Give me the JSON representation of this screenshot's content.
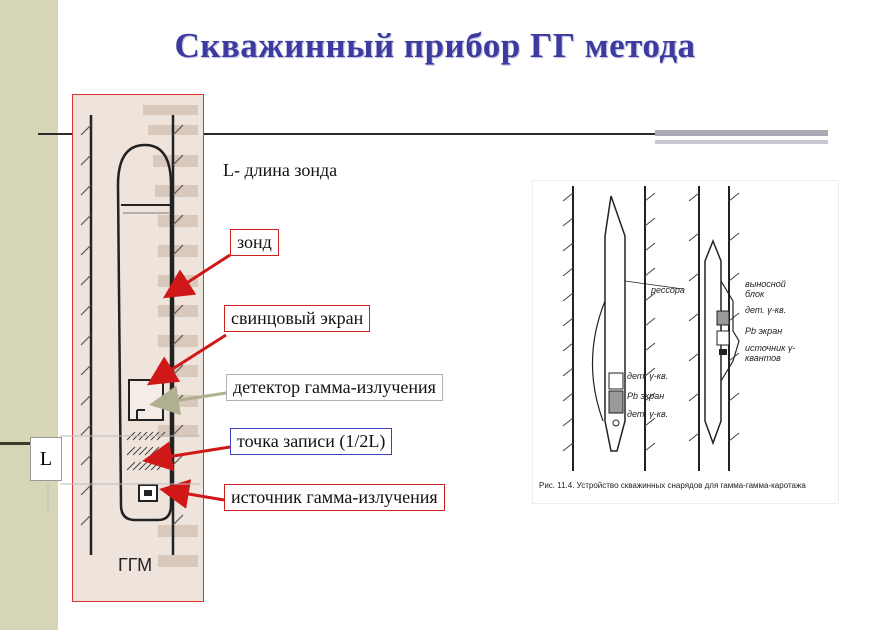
{
  "title": "Скважинный прибор ГГ метода",
  "labels": {
    "probe_length": "L- длина зонда",
    "probe": "зонд",
    "lead_screen": "свинцовый экран",
    "detector": "детектор гамма-излучения",
    "record_point": "точка записи (1/2L)",
    "source": "источник гамма-излучения",
    "length_symbol": "L"
  },
  "photo": {
    "caption": "ГГМ"
  },
  "figure": {
    "callouts": [
      "рессора",
      "выносной блок",
      "дет. γ-кв.",
      "Pb экран",
      "источник γ-квантов",
      "дет. γ-кв.",
      "Pb экран",
      "дет. γ-кв."
    ],
    "caption": "Рис. 11.4. Устройство скважинных снарядов для гамма-гамма-каротажа"
  },
  "colors": {
    "title": "#3b3ba0",
    "arrow_red": "#d01818",
    "arrow_gray": "#b0b090",
    "sidebar": "#d6d6b6"
  }
}
